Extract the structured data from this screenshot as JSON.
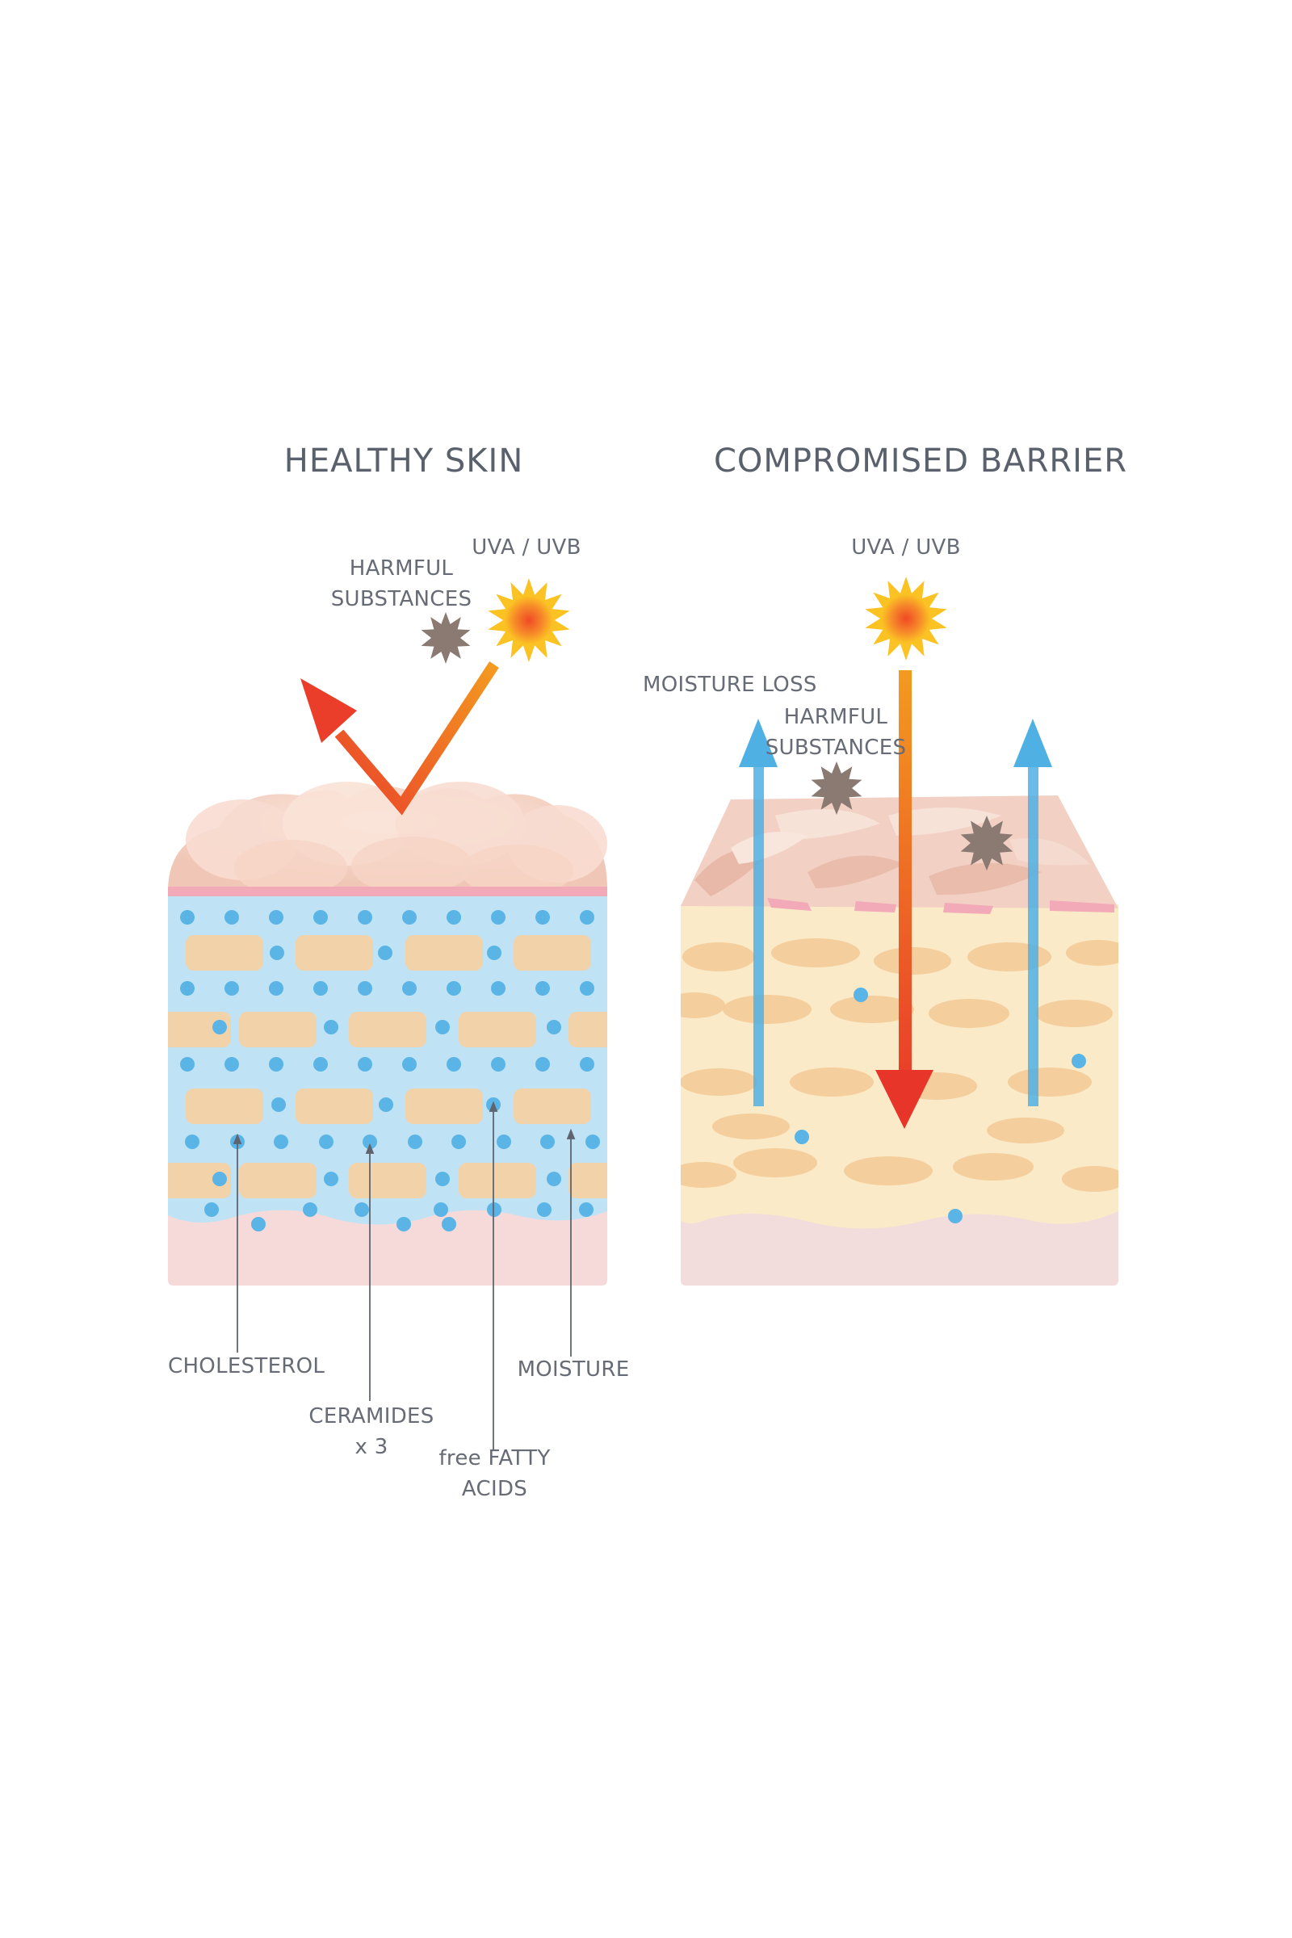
{
  "panels": {
    "healthy": {
      "title": "HEALTHY SKIN",
      "uv_label": "UVA / UVB",
      "harmful_label": "HARMFUL\nSUBSTANCES"
    },
    "compromised": {
      "title": "COMPROMISED BARRIER",
      "uv_label": "UVA / UVB",
      "moisture_loss_label": "MOISTURE LOSS",
      "harmful_label": "HARMFUL\nSUBSTANCES"
    }
  },
  "callouts": {
    "cholesterol": "CHOLESTEROL",
    "ceramides": "CERAMIDES\nx 3",
    "fatty_acids": "free FATTY\nACIDS",
    "moisture": "MOISTURE"
  },
  "colors": {
    "text": "#5f6470",
    "dot": "#5ab5e6",
    "cell": "#f7cfa0",
    "fluid": "#bfe3f5",
    "skin_top": "#f6d8cc",
    "skin_line": "#f2a9b8",
    "dermis": "#f6dada",
    "damaged_base": "#fbeac8",
    "uv_arrow_start": "#f39a20",
    "uv_arrow_end": "#ea3e2b",
    "moisture_arrow": "#4fb0e4",
    "harmful": "#8a7a72"
  },
  "icons": {
    "sun": "sun-icon",
    "harmful": "harmful-particle-icon"
  }
}
